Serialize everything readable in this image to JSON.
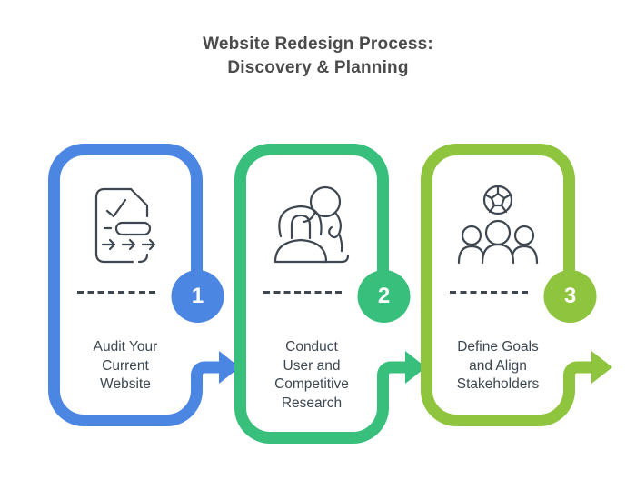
{
  "title": "Website Redesign Process:\nDiscovery & Planning",
  "colors": {
    "blue": "#4A86E2",
    "green": "#38BF7C",
    "lime": "#8FC43E",
    "ink": "#3E4750",
    "title_text": "#4B4B4B",
    "label_text": "#3D4751",
    "background": "#FFFFFF"
  },
  "steps": [
    {
      "number": "1",
      "label": "Audit Your\nCurrent\nWebsite",
      "color": "#4A86E2",
      "icon": "audit-document-icon"
    },
    {
      "number": "2",
      "label": "Conduct\nUser and\nCompetitive\nResearch",
      "color": "#38BF7C",
      "icon": "user-research-icon"
    },
    {
      "number": "3",
      "label": "Define Goals\nand Align\nStakeholders",
      "color": "#8FC43E",
      "icon": "team-stakeholders-icon"
    }
  ]
}
